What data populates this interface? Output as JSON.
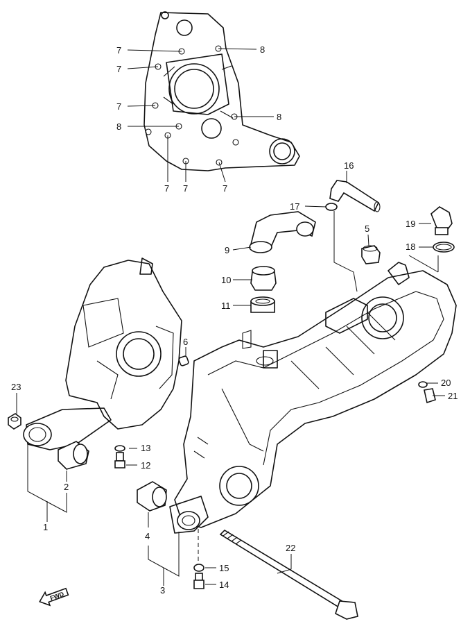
{
  "callouts": {
    "c1": "1",
    "c2": "2",
    "c3": "3",
    "c4": "4",
    "c5": "5",
    "c6": "6",
    "c7": "7",
    "c8": "8",
    "c9": "9",
    "c10": "10",
    "c11": "11",
    "c12": "12",
    "c13": "13",
    "c14": "14",
    "c15": "15",
    "c16": "16",
    "c17": "17",
    "c18": "18",
    "c19": "19",
    "c20": "20",
    "c21": "21",
    "c22": "22",
    "c23": "23"
  },
  "fwd_label": "FWD"
}
